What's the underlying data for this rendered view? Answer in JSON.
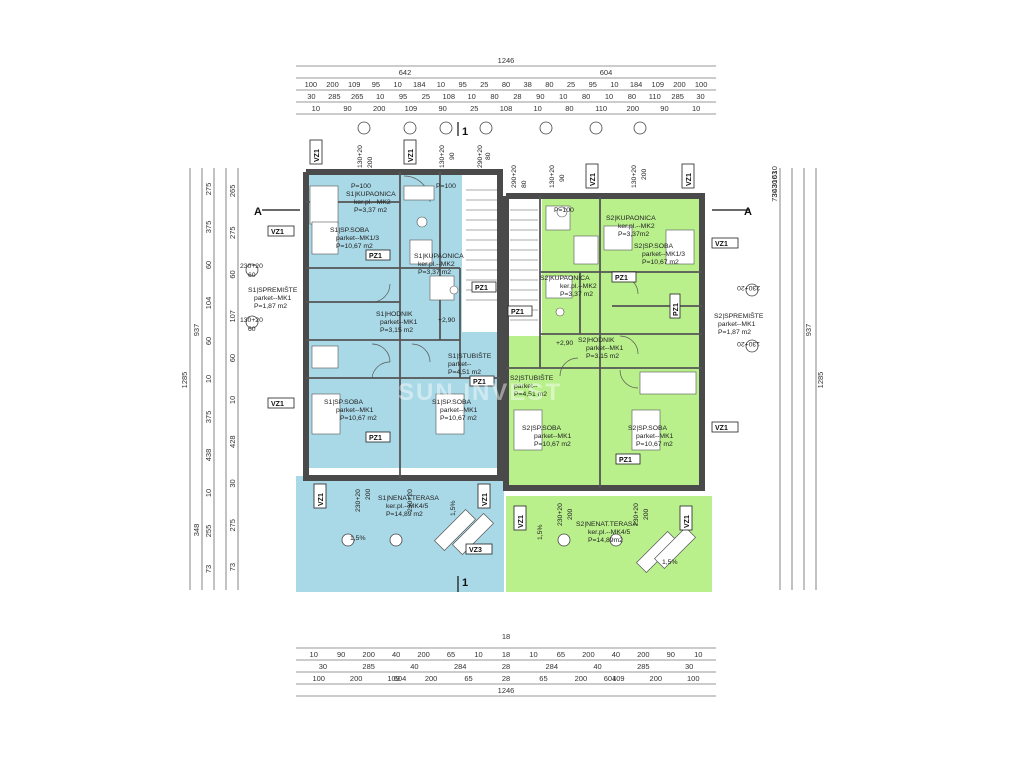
{
  "colors": {
    "unit1": "#a9d8e6",
    "unit2": "#b9f08c",
    "wall": "#5a5a5a"
  },
  "dims": {
    "total": "1246",
    "half_left": "642",
    "half_right": "604",
    "top_row1": [
      "100",
      "200",
      "109",
      "95",
      "10",
      "184",
      "10",
      "95",
      "25",
      "80",
      "38",
      "80",
      "25",
      "95",
      "10",
      "184",
      "109",
      "200",
      "100"
    ],
    "top_row2": [
      "30",
      "285",
      "265",
      "10",
      "95",
      "25",
      "108",
      "10",
      "80",
      "28",
      "90",
      "10",
      "80",
      "10",
      "80",
      "110",
      "285",
      "30"
    ],
    "top_row3": [
      "10",
      "90",
      "200",
      "109",
      "90",
      "25",
      "108",
      "10",
      "80",
      "110",
      "200",
      "90",
      "10"
    ],
    "bottom_row1": [
      "10",
      "90",
      "200",
      "40",
      "200",
      "65",
      "10",
      "18",
      "10",
      "65",
      "200",
      "40",
      "200",
      "90",
      "10"
    ],
    "bottom_row2": [
      "30",
      "285",
      "40",
      "284",
      "28",
      "284",
      "40",
      "285",
      "30"
    ],
    "bottom_row3": [
      "100",
      "200",
      "109",
      "200",
      "65",
      "28",
      "65",
      "200",
      "109",
      "200",
      "100"
    ],
    "bottom_half": [
      "604",
      "604"
    ],
    "bottom_total": "1246",
    "mid": "18",
    "left_total": "1285",
    "left_937": "937",
    "left_348": "348",
    "left_col1": [
      "275",
      "375",
      "60",
      "104",
      "60",
      "10",
      "375",
      "438",
      "10",
      "255",
      "73"
    ],
    "left_col2": [
      "265",
      "275",
      "60",
      "107",
      "60",
      "10",
      "428",
      "30",
      "275",
      "73"
    ],
    "right_total": "1285",
    "right_937": "937",
    "right_top": [
      "10",
      "63",
      "10",
      "30",
      "43",
      "30",
      "73"
    ]
  },
  "markers": {
    "section_a": "A",
    "section_1": "1"
  },
  "tags": {
    "vz1": "VZ1",
    "vz3": "VZ3",
    "pz1": "PZ1"
  },
  "windows": {
    "w_130_20": "130+20",
    "w_290_20": "290+20",
    "w_230_20": "230+20",
    "w_200": "200",
    "w_90": "90",
    "w_80": "80",
    "w_60": "60",
    "w_210": "210"
  },
  "levels": {
    "plus290": "+2,90",
    "slope": "1,5%"
  },
  "rooms_unit1": [
    {
      "name": "S1|KUPAONICA",
      "finish": "ker.pl.--MK2",
      "area": "P=3,37 m2"
    },
    {
      "name": "S1|SP.SOBA",
      "finish": "parket--MK1/3",
      "area": "P=10,67 m2"
    },
    {
      "name": "S1|KUPAONICA",
      "finish": "ker.pl.--MK2",
      "area": "P=3,37 m2"
    },
    {
      "name": "S1|SPREMIŠTE",
      "finish": "parket--MK1",
      "area": "P=1,87 m2"
    },
    {
      "name": "S1|HODNIK",
      "finish": "parket--MK1",
      "area": "P=3,15 m2"
    },
    {
      "name": "S1|STUBIŠTE",
      "finish": "parket--",
      "area": "P=4,51 m2"
    },
    {
      "name": "S1|SP.SOBA",
      "finish": "parket--MK1",
      "area": "P=10,67 m2"
    },
    {
      "name": "S1|SP.SOBA",
      "finish": "parket--MK1",
      "area": "P=10,67 m2"
    },
    {
      "name": "S1|NENAT.TERASA",
      "finish": "ker.pl.--MK4/5",
      "area": "P=14,89 m2"
    }
  ],
  "rooms_unit2": [
    {
      "name": "S2|KUPAONICA",
      "finish": "ker.pl.--MK2",
      "area": "P=3,37m2"
    },
    {
      "name": "S2|SP.SOBA",
      "finish": "parket--MK1/3",
      "area": "P=10,67 m2"
    },
    {
      "name": "S2|KUPAONICA",
      "finish": "ker.pl.--MK2",
      "area": "P=3,37 m2"
    },
    {
      "name": "S2|SPREMIŠTE",
      "finish": "parket--MK1",
      "area": "P=1,87 m2"
    },
    {
      "name": "S2|HODNIK",
      "finish": "parket--MK1",
      "area": "P=3,15 m2"
    },
    {
      "name": "S2|STUBIŠTE",
      "finish": "parket--",
      "area": "P=4,51 m2"
    },
    {
      "name": "S2|SP.SOBA",
      "finish": "parket--MK1",
      "area": "P=10,67 m2"
    },
    {
      "name": "S2|SP.SOBA",
      "finish": "parket--MK1",
      "area": "P=10,67 m2"
    },
    {
      "name": "S2|NENAT.TERASA",
      "finish": "ker.pl.--MK4/5",
      "area": "P=14,89m2"
    }
  ],
  "fixtures": {
    "p100": "P=100"
  },
  "watermark": "SUN INVEST"
}
